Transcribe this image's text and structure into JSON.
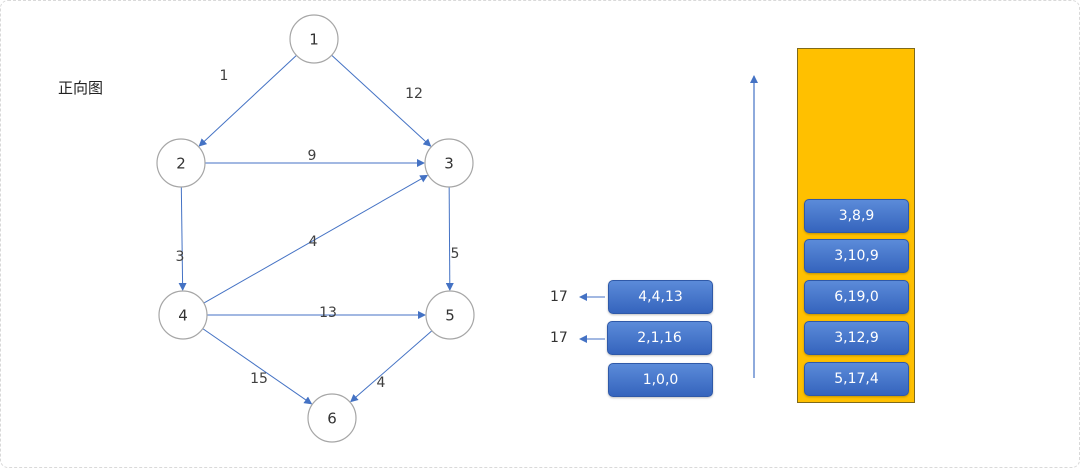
{
  "title": "正向图",
  "colors": {
    "node_stroke": "#a6a6a6",
    "edge": "#4472c4",
    "stack_fill": "#ffc000",
    "box_fill": "#4472c4"
  },
  "nodes": [
    {
      "id": "1",
      "label": "1"
    },
    {
      "id": "2",
      "label": "2"
    },
    {
      "id": "3",
      "label": "3"
    },
    {
      "id": "4",
      "label": "4"
    },
    {
      "id": "5",
      "label": "5"
    },
    {
      "id": "6",
      "label": "6"
    }
  ],
  "edges": [
    {
      "from": "1",
      "to": "2",
      "weight": "1"
    },
    {
      "from": "1",
      "to": "3",
      "weight": "12"
    },
    {
      "from": "2",
      "to": "3",
      "weight": "9"
    },
    {
      "from": "2",
      "to": "4",
      "weight": "3"
    },
    {
      "from": "4",
      "to": "3",
      "weight": "4"
    },
    {
      "from": "3",
      "to": "5",
      "weight": "5"
    },
    {
      "from": "4",
      "to": "5",
      "weight": "13"
    },
    {
      "from": "4",
      "to": "6",
      "weight": "15"
    },
    {
      "from": "5",
      "to": "6",
      "weight": "4"
    }
  ],
  "popped": [
    {
      "label": "4,4,13",
      "result": "17"
    },
    {
      "label": "2,1,16",
      "result": "17"
    },
    {
      "label": "1,0,0"
    }
  ],
  "stack": [
    "3,8,9",
    "3,10,9",
    "6,19,0",
    "3,12,9",
    "5,17,4"
  ]
}
